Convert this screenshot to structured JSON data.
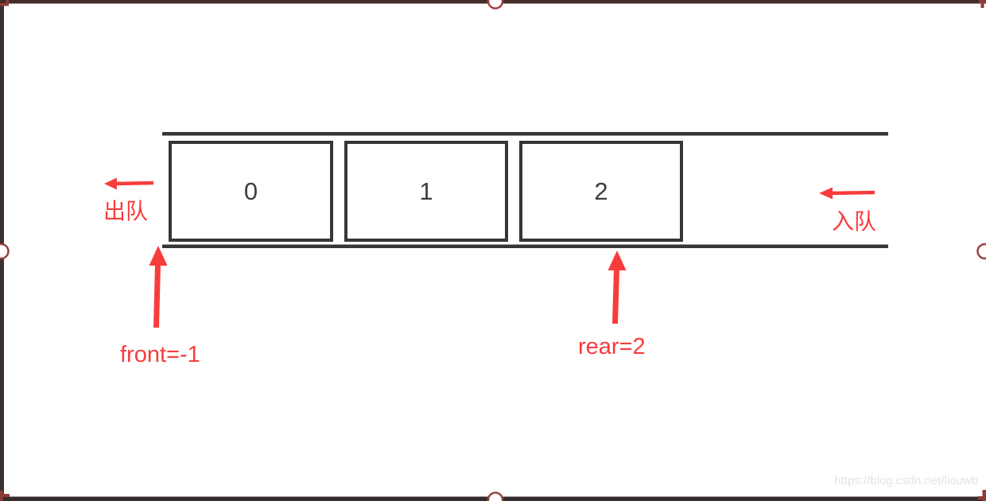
{
  "diagram": {
    "title_hint": "array queue illustration",
    "boxes": [
      {
        "label": "0"
      },
      {
        "label": "1"
      },
      {
        "label": "2"
      }
    ],
    "labels": {
      "dequeue": "出队",
      "enqueue": "入队",
      "front": "front=-1",
      "rear": "rear=2"
    },
    "watermark": "https://blog.csdn.net/liouwb",
    "icons": {
      "dequeue_arrow": "arrow-left",
      "enqueue_arrow": "arrow-left",
      "front_pointer": "arrow-up",
      "rear_pointer": "arrow-up"
    },
    "colors": {
      "accent_red": "#f83c3c",
      "line_dark": "#363636",
      "frame": "#422e2e",
      "handle": "#8e3a3a",
      "watermark": "#e3e3e3"
    }
  }
}
